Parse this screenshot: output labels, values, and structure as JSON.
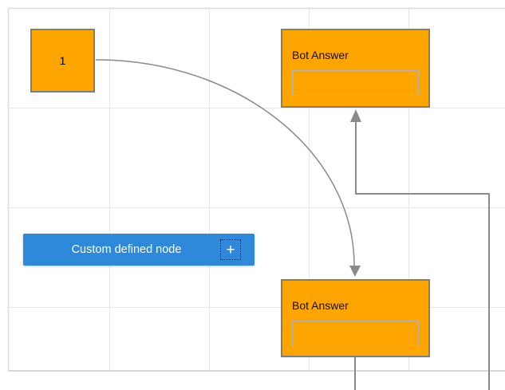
{
  "canvas": {
    "background": "#FFFFFF",
    "grid_line_color": "#E7E7E7",
    "grid_edge_color": "#DCDCDC",
    "grid_bottom_edge_color": "#D8D8D8"
  },
  "nodes": {
    "start": {
      "label": "1",
      "fill": "#FFA500",
      "border_color": "#7E7E7E"
    },
    "bot_answer_top": {
      "title": "Bot Answer",
      "fill": "#FFA500",
      "border_color": "#7E7E7E",
      "input_border_color": "#B5B5B5"
    },
    "bot_answer_bottom": {
      "title": "Bot Answer",
      "fill": "#FFA500",
      "border_color": "#7E7E7E",
      "input_border_color": "#B5B5B5"
    }
  },
  "palette": {
    "custom_node_button": {
      "label": "Custom defined node",
      "fill": "#2E89DB",
      "text_color": "#FFFFFF",
      "add_icon_glyph": "+"
    }
  },
  "connectors": {
    "color": "#8A8A8A"
  }
}
